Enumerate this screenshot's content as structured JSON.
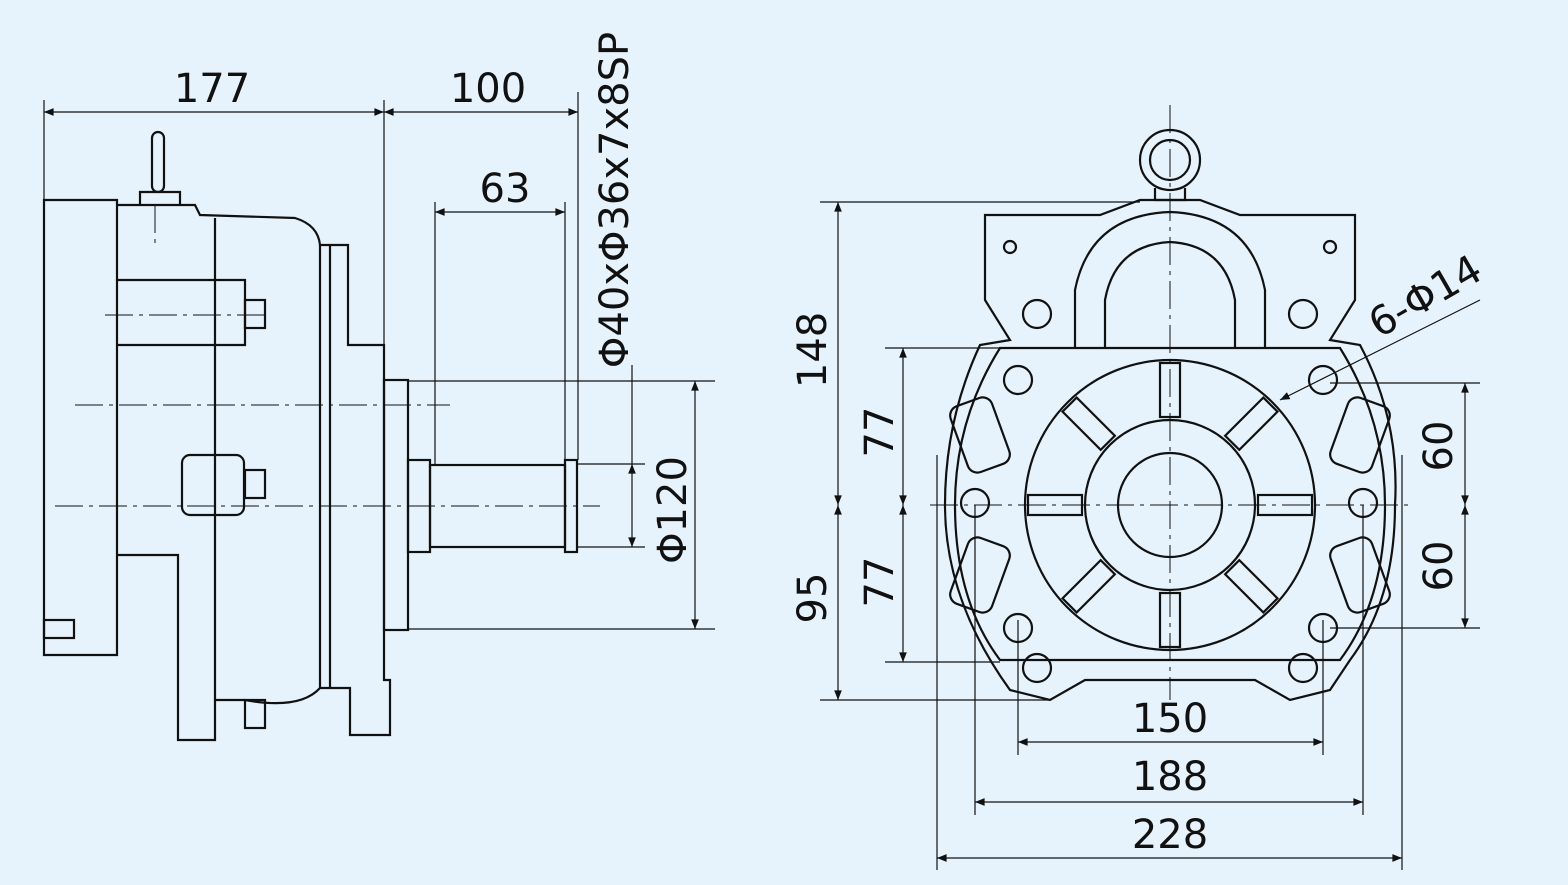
{
  "title": "Motor dimension drawing",
  "side_view": {
    "dims": {
      "overall_length": "177",
      "shaft_length": "100",
      "spline_length": "63",
      "shaft_spec": "Φ40xΦ36x7x8SP",
      "flange_diameter": "Φ120"
    }
  },
  "front_view": {
    "dims": {
      "top_height": "148",
      "upper_77": "77",
      "lower_77": "77",
      "bottom_height": "95",
      "upper_60": "60",
      "lower_60": "60",
      "holes": "6-Φ14",
      "width_150": "150",
      "width_188": "188",
      "width_228": "228"
    }
  },
  "colors": {
    "background": "#e6f3fc",
    "line": "#111111"
  }
}
